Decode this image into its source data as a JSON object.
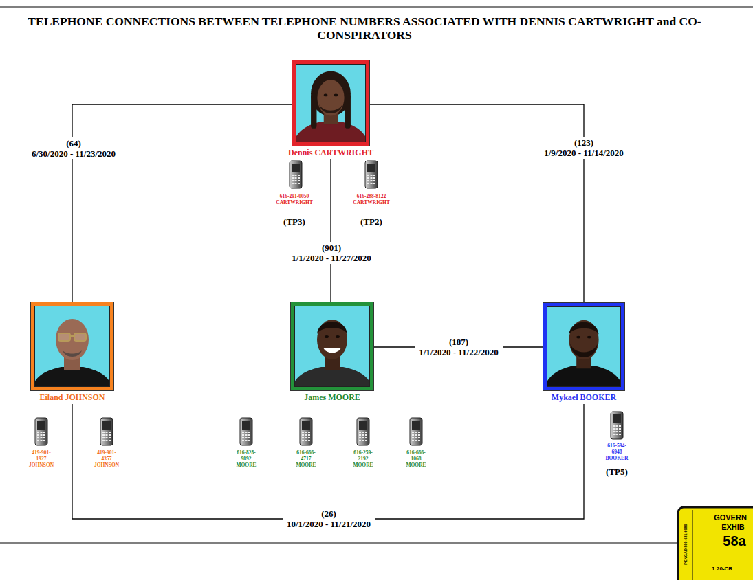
{
  "diagram": {
    "title": "TELEPHONE CONNECTIONS BETWEEN TELEPHONE NUMBERS ASSOCIATED WITH DENNIS CARTWRIGHT and CO-CONSPIRATORS",
    "nodes": [
      {
        "text": [
          "Dennis CARTWRIGHT"
        ]
      },
      {
        "text": [
          "Eiland JOHNSON"
        ]
      },
      {
        "text": [
          "James MOORE"
        ]
      },
      {
        "text": [
          "Mykael BOOKER"
        ]
      }
    ],
    "edges": [
      {
        "from": 0,
        "to": 1,
        "arrow": "none",
        "label": "(64) 6/30/2020 - 11/23/2020"
      },
      {
        "from": 0,
        "to": 3,
        "arrow": "none",
        "label": "(123) 1/9/2020 - 11/14/2020"
      },
      {
        "from": 0,
        "to": 2,
        "arrow": "none",
        "label": "(901) 1/1/2020 - 11/27/2020"
      },
      {
        "from": 2,
        "to": 3,
        "arrow": "none",
        "label": "(187) 1/1/2020 - 11/22/2020"
      },
      {
        "from": 1,
        "to": 3,
        "arrow": "none",
        "label": "(26) 10/1/2020 - 11/21/2020"
      }
    ],
    "labels": [
      "616-291-0050 CARTWRIGHT",
      "616-288-8122 CARTWRIGHT",
      "(TP3)",
      "(TP2)",
      "419-901-1927 JOHNSON",
      "419-901-4357 JOHNSON",
      "616-828-9892 MOORE",
      "616-666-4717 MOORE",
      "616-259-2192 MOORE",
      "616-666-1068 MOORE",
      "616-594-6948 BOOKER",
      "(TP5)",
      "GOVERN",
      "EXHIB",
      "58a",
      "1:20-CR",
      "PENGAD 800-631-6989"
    ]
  }
}
